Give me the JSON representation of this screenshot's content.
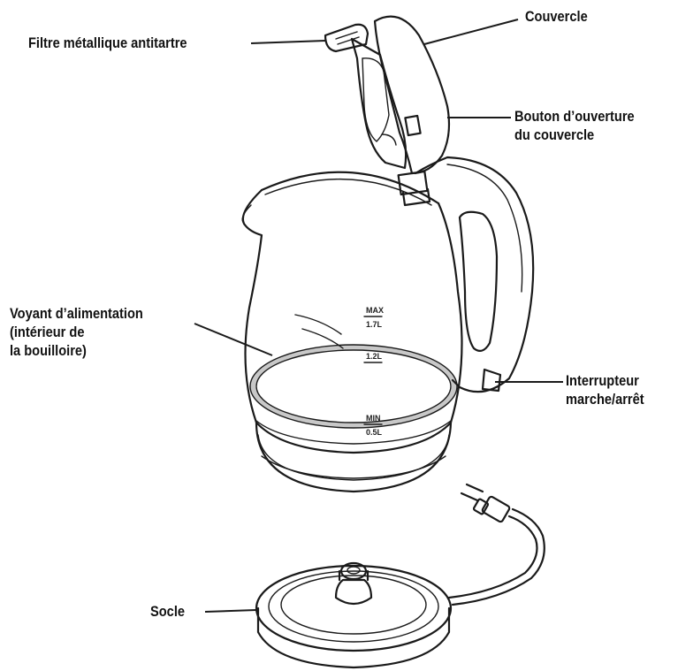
{
  "labels": {
    "lid": "Couvercle",
    "filter": "Filtre métallique antitartre",
    "lid_button_line1": "Bouton d’ouverture",
    "lid_button_line2": "du couvercle",
    "power_light_line1": "Voyant d’alimentation",
    "power_light_line2": "(intérieur de",
    "power_light_line3": "la bouilloire)",
    "switch_line1": "Interrupteur",
    "switch_line2": "marche/arrêt",
    "base": "Socle"
  },
  "markings": {
    "max_top": "MAX",
    "max_bottom": "1.7L",
    "mid": "1.2L",
    "min_top": "MIN",
    "min_bottom": "0.5L"
  },
  "colors": {
    "outline": "#1a1a1a",
    "lid_fill": "#cfcfcf",
    "glow_ring": "#c8c8c8",
    "filter_fill": "#9a9a9a"
  }
}
